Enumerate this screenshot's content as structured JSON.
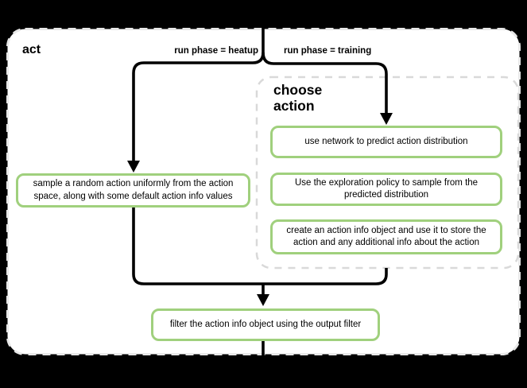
{
  "colors": {
    "background": "#000000",
    "canvas": "#ffffff",
    "node_border": "#a0d07d",
    "connector": "#000000",
    "outer_border": "#e8e8e8",
    "group_border": "#d9d9d9",
    "text": "#000000"
  },
  "diagram": {
    "title": "act",
    "branch_labels": {
      "heatup": "run phase = heatup",
      "training": "run phase = training"
    },
    "nodes": {
      "sample_random_action": "sample a random action uniformly from the action space, along with some default action info values",
      "filter_output": "filter the action info object using the output filter"
    },
    "choose_action_group": {
      "title": "choose action",
      "steps": [
        "use network to predict action distribution",
        "Use the exploration policy to sample from the predicted distribution",
        "create an action info object and use it to store the action and any additional info about the action"
      ]
    }
  }
}
